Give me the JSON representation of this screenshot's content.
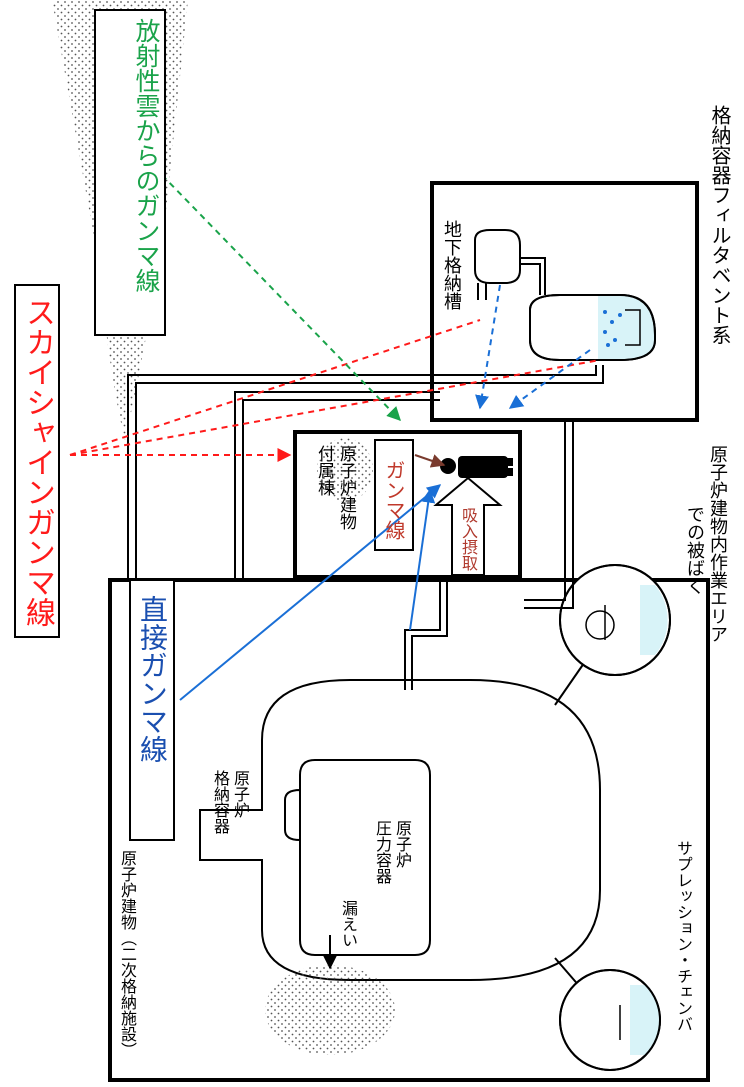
{
  "labels": {
    "skyshine": "スカイシャインガンマ線",
    "cloud": "放射性雲からのガンマ線",
    "direct": "直接ガンマ線",
    "gamma": "ガンマ線",
    "inhalation": "吸入摂取",
    "annex_1": "原子炉建物",
    "annex_2": "付属棟",
    "tank": "地下格納槽",
    "filter_vent": "格納容器フィルタベント系",
    "work_area_1": "原子炉建物内作業エリア",
    "work_area_2": "での被ばく",
    "reactor_building": "原子炉建物（二次格納施設）",
    "containment_1": "原子炉",
    "containment_2": "格納容器",
    "rpv_1": "原子炉",
    "rpv_2": "圧力容器",
    "leak": "漏えい",
    "suppression": "サプレッション・チェンバ"
  },
  "colors": {
    "skyshine": "#ff1a1a",
    "cloud": "#1aa34a",
    "direct": "#1a6fd6",
    "gamma": "#c0392b",
    "inhalation": "#b03a2e",
    "water": "#d8f3f8",
    "outline": "#000000"
  },
  "icons": {
    "worker": "person-silhouette-icon"
  }
}
